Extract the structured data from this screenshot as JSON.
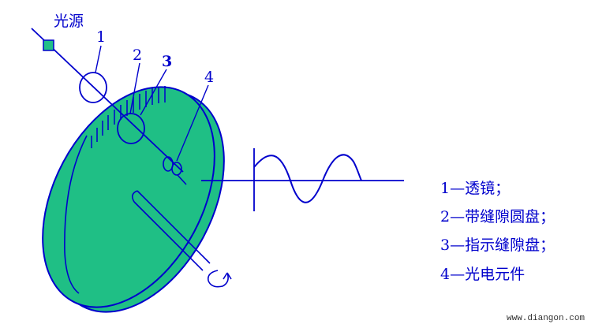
{
  "colors": {
    "stroke": "#0000cc",
    "disc_fill": "#1fbf85",
    "source_fill": "#22c088"
  },
  "labels": {
    "light_source": "光源",
    "n1": "1",
    "n2": "2",
    "n3": "3",
    "n4": "4"
  },
  "legend": [
    {
      "text": "1—透镜；"
    },
    {
      "text": "2—带缝隙圆盘；"
    },
    {
      "text": "3—指示缝隙盘；"
    },
    {
      "text": "4—光电元件"
    }
  ],
  "watermark": "www.diangon.com"
}
